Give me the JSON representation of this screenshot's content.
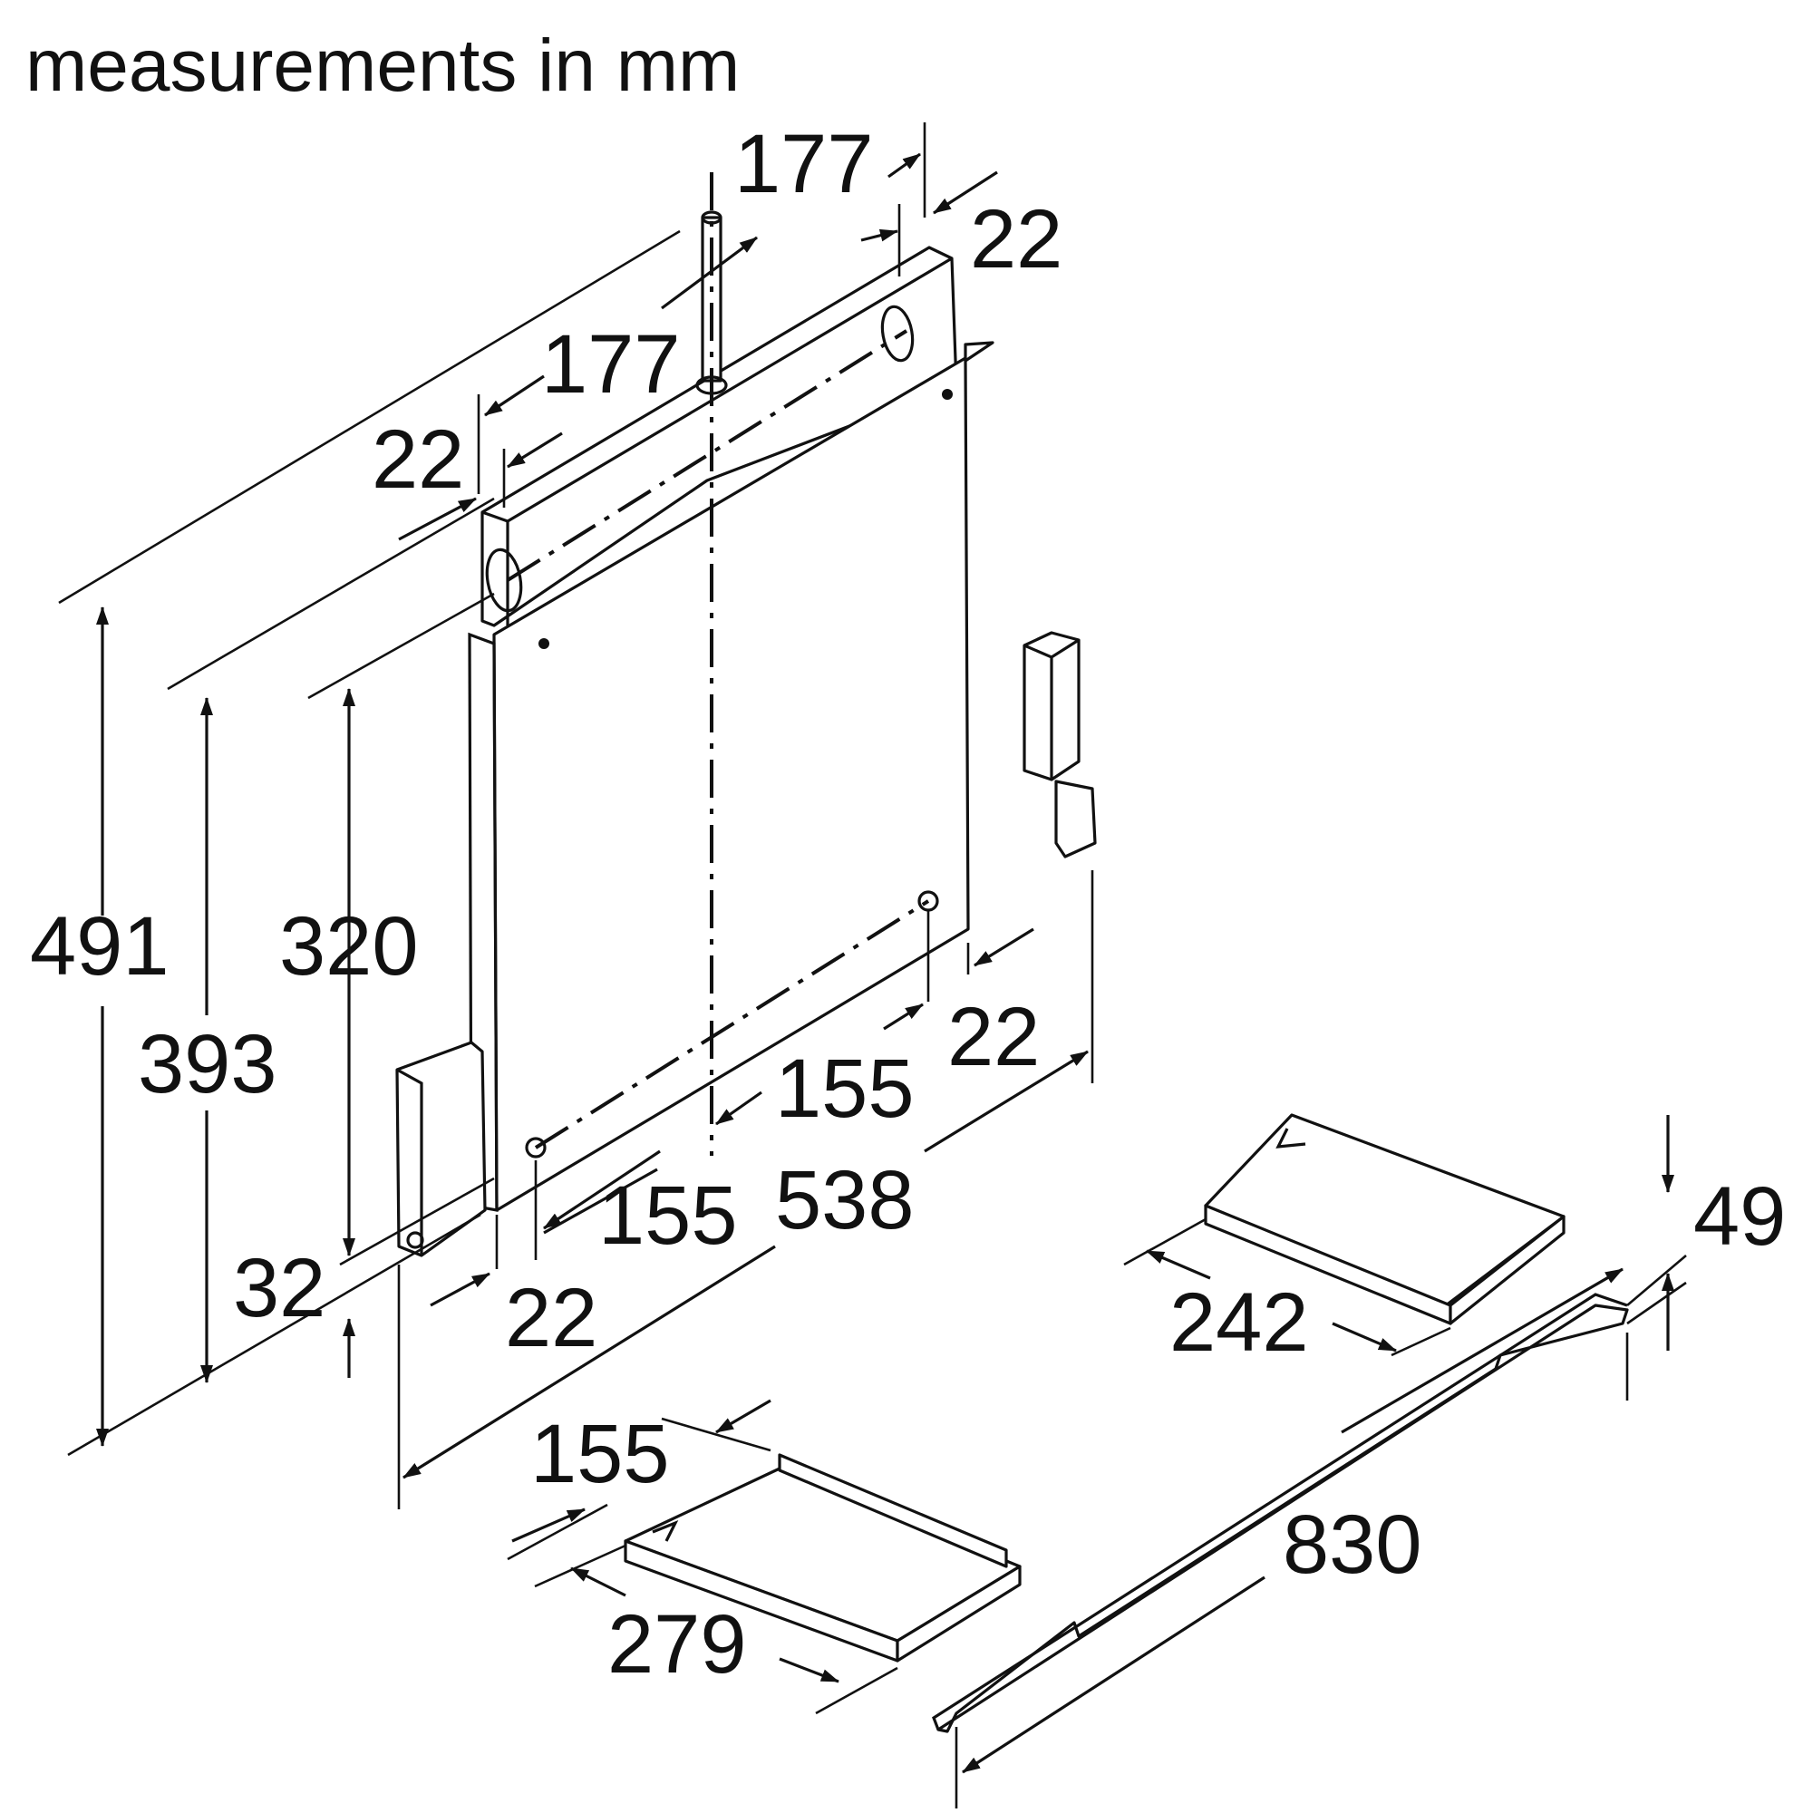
{
  "heading": "measurements in mm",
  "dimensions": {
    "height_total": "491",
    "height_outlet": "393",
    "height_panel": "320",
    "bottom_offset": "32",
    "top_depth_177_a": "177",
    "top_depth_177_b": "177",
    "top_offset_22_right": "22",
    "top_offset_22_left": "22",
    "depth_155_rear": "155",
    "depth_155_front": "155",
    "offset_22_bottom_right": "22",
    "offset_22_bottom_left": "22",
    "width_538": "538",
    "height_49": "49",
    "shelf_242": "242",
    "shelf_155": "155",
    "shelf_279": "279",
    "rail_830": "830"
  }
}
